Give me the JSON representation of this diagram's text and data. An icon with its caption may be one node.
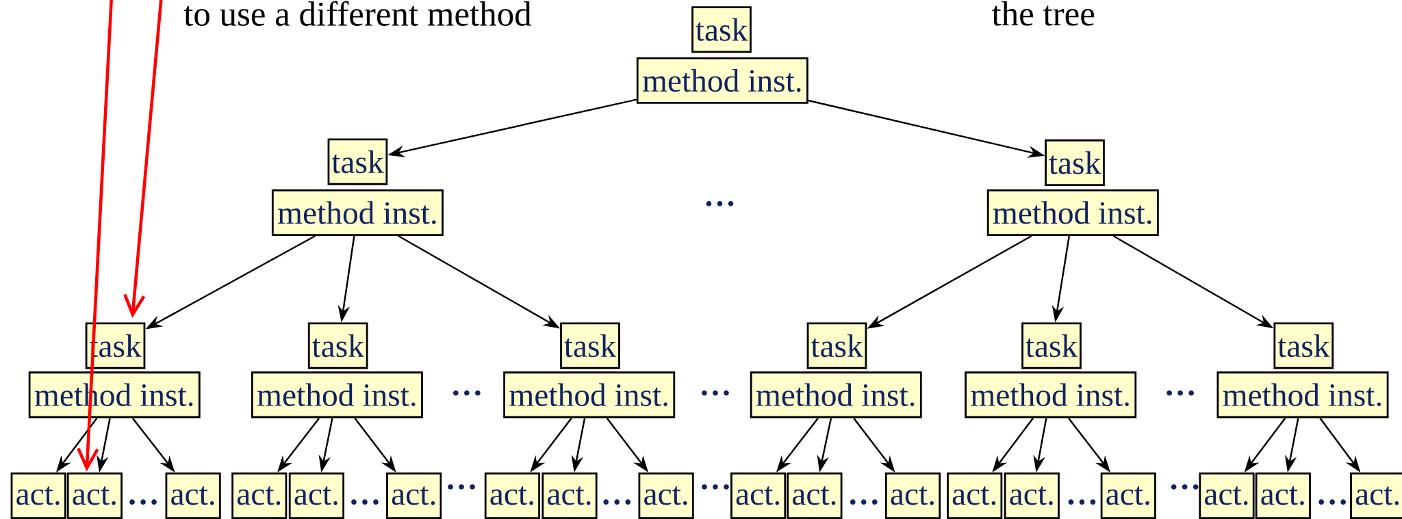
{
  "diagram": {
    "nodes": [
      {
        "text": [
          "task"
        ]
      },
      {
        "text": [
          "method inst."
        ]
      },
      {
        "text": [
          "task"
        ]
      },
      {
        "text": [
          "method inst."
        ]
      },
      {
        "text": [
          "task"
        ]
      },
      {
        "text": [
          "method inst."
        ]
      },
      {
        "text": [
          "task"
        ]
      },
      {
        "text": [
          "method inst."
        ]
      },
      {
        "text": [
          "task"
        ]
      },
      {
        "text": [
          "method inst."
        ]
      },
      {
        "text": [
          "task"
        ]
      },
      {
        "text": [
          "method inst."
        ]
      },
      {
        "text": [
          "task"
        ]
      },
      {
        "text": [
          "method inst."
        ]
      },
      {
        "text": [
          "task"
        ]
      },
      {
        "text": [
          "method inst."
        ]
      },
      {
        "text": [
          "task"
        ]
      },
      {
        "text": [
          "method inst."
        ]
      },
      {
        "text": [
          "act."
        ]
      },
      {
        "text": [
          "act."
        ]
      },
      {
        "text": [
          "act."
        ]
      },
      {
        "text": [
          "act."
        ]
      },
      {
        "text": [
          "act."
        ]
      },
      {
        "text": [
          "act."
        ]
      },
      {
        "text": [
          "act."
        ]
      },
      {
        "text": [
          "act."
        ]
      },
      {
        "text": [
          "act."
        ]
      },
      {
        "text": [
          "act."
        ]
      },
      {
        "text": [
          "act."
        ]
      },
      {
        "text": [
          "act."
        ]
      },
      {
        "text": [
          "act."
        ]
      },
      {
        "text": [
          "act."
        ]
      },
      {
        "text": [
          "act."
        ]
      },
      {
        "text": [
          "act."
        ]
      },
      {
        "text": [
          "act."
        ]
      },
      {
        "text": [
          "act."
        ]
      }
    ],
    "edges": [
      {
        "from": 1,
        "to": 2,
        "arrow": "to"
      },
      {
        "from": 1,
        "to": 4,
        "arrow": "to"
      },
      {
        "from": 3,
        "to": 6,
        "arrow": "to"
      },
      {
        "from": 3,
        "to": 8,
        "arrow": "to"
      },
      {
        "from": 3,
        "to": 10,
        "arrow": "to"
      },
      {
        "from": 5,
        "to": 12,
        "arrow": "to"
      },
      {
        "from": 5,
        "to": 14,
        "arrow": "to"
      },
      {
        "from": 5,
        "to": 16,
        "arrow": "to"
      },
      {
        "from": 7,
        "to": 18,
        "arrow": "to"
      },
      {
        "from": 7,
        "to": 19,
        "arrow": "to"
      },
      {
        "from": 7,
        "to": 20,
        "arrow": "to"
      },
      {
        "from": 9,
        "to": 21,
        "arrow": "to"
      },
      {
        "from": 9,
        "to": 22,
        "arrow": "to"
      },
      {
        "from": 9,
        "to": 23,
        "arrow": "to"
      },
      {
        "from": 11,
        "to": 24,
        "arrow": "to"
      },
      {
        "from": 11,
        "to": 25,
        "arrow": "to"
      },
      {
        "from": 11,
        "to": 26,
        "arrow": "to"
      },
      {
        "from": 13,
        "to": 27,
        "arrow": "to"
      },
      {
        "from": 13,
        "to": 28,
        "arrow": "to"
      },
      {
        "from": 13,
        "to": 29,
        "arrow": "to"
      },
      {
        "from": 15,
        "to": 30,
        "arrow": "to"
      },
      {
        "from": 15,
        "to": 31,
        "arrow": "to"
      },
      {
        "from": 15,
        "to": 32,
        "arrow": "to"
      },
      {
        "from": 17,
        "to": 33,
        "arrow": "to"
      },
      {
        "from": 17,
        "to": 34,
        "arrow": "to"
      },
      {
        "from": 17,
        "to": 35,
        "arrow": "to"
      },
      {
        "from": null,
        "to": 19,
        "arrow": "to",
        "color": "#ff0000"
      },
      {
        "from": null,
        "to": 6,
        "arrow": "to",
        "color": "#ff0000"
      }
    ],
    "labels": [
      "to use a different method",
      "the tree",
      "…",
      "…",
      "…",
      "…",
      "…",
      "…",
      "…",
      "…",
      "…",
      "…",
      "…",
      "…",
      "…"
    ]
  }
}
